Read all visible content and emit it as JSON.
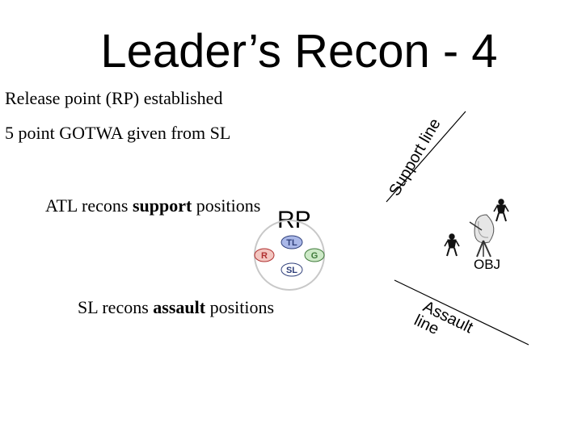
{
  "title": "Leader’s Recon - 4",
  "bullets": {
    "release_point": "Release point (RP) established",
    "gotwa": "5 point GOTWA given from SL",
    "atl_prefix": "ATL recons ",
    "atl_bold": "support",
    "atl_suffix": " positions",
    "sl_prefix": "SL recons ",
    "sl_bold": "assault",
    "sl_suffix": " positions"
  },
  "diagram": {
    "rp_label": "RP",
    "support_line_label": "Support line",
    "assault_line_word1": "Assault",
    "assault_line_word2": "line",
    "objective_label": "OBJ",
    "nodes": {
      "tl": "TL",
      "r": "R",
      "g": "G",
      "sl": "SL"
    }
  },
  "colors": {
    "tl_fill": "#aab8e8",
    "r_fill": "#f3c6c0",
    "g_fill": "#cde9c7",
    "sl_fill": "#ffffff",
    "r_text": "#b03030",
    "g_text": "#3f7a3a",
    "tl_text": "#2f3f7a",
    "sl_text": "#2f3f7a"
  }
}
